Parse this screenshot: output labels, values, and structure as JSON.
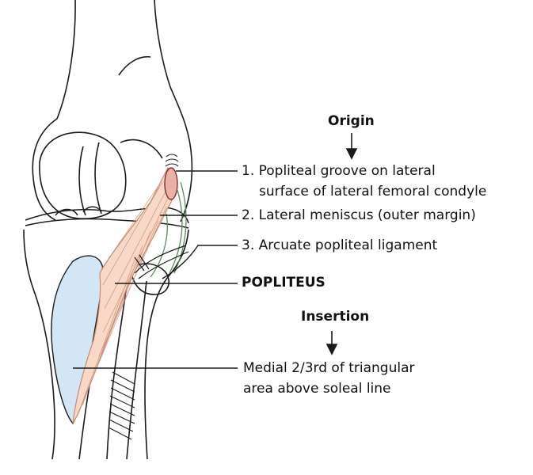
{
  "origin": {
    "heading": "Origin",
    "items": [
      {
        "line1": "1. Popliteal groove on lateral",
        "line2": "surface of lateral femoral condyle"
      },
      {
        "line1": "2. Lateral meniscus (outer margin)"
      },
      {
        "line1": "3. Arcuate popliteal ligament"
      }
    ]
  },
  "muscle": {
    "name": "POPLITEUS"
  },
  "insertion": {
    "heading": "Insertion",
    "line1": "Medial 2/3rd of triangular",
    "line2": "area above soleal line"
  },
  "colors": {
    "muscle_fill": "#f8d9c8",
    "muscle_stroke": "#c98a72",
    "origin_spot": "#e9b2a8",
    "insertion_area": "#d3e6f5",
    "ligament_green": "#5a8a5a",
    "bone_outline": "#1a1a1a"
  }
}
